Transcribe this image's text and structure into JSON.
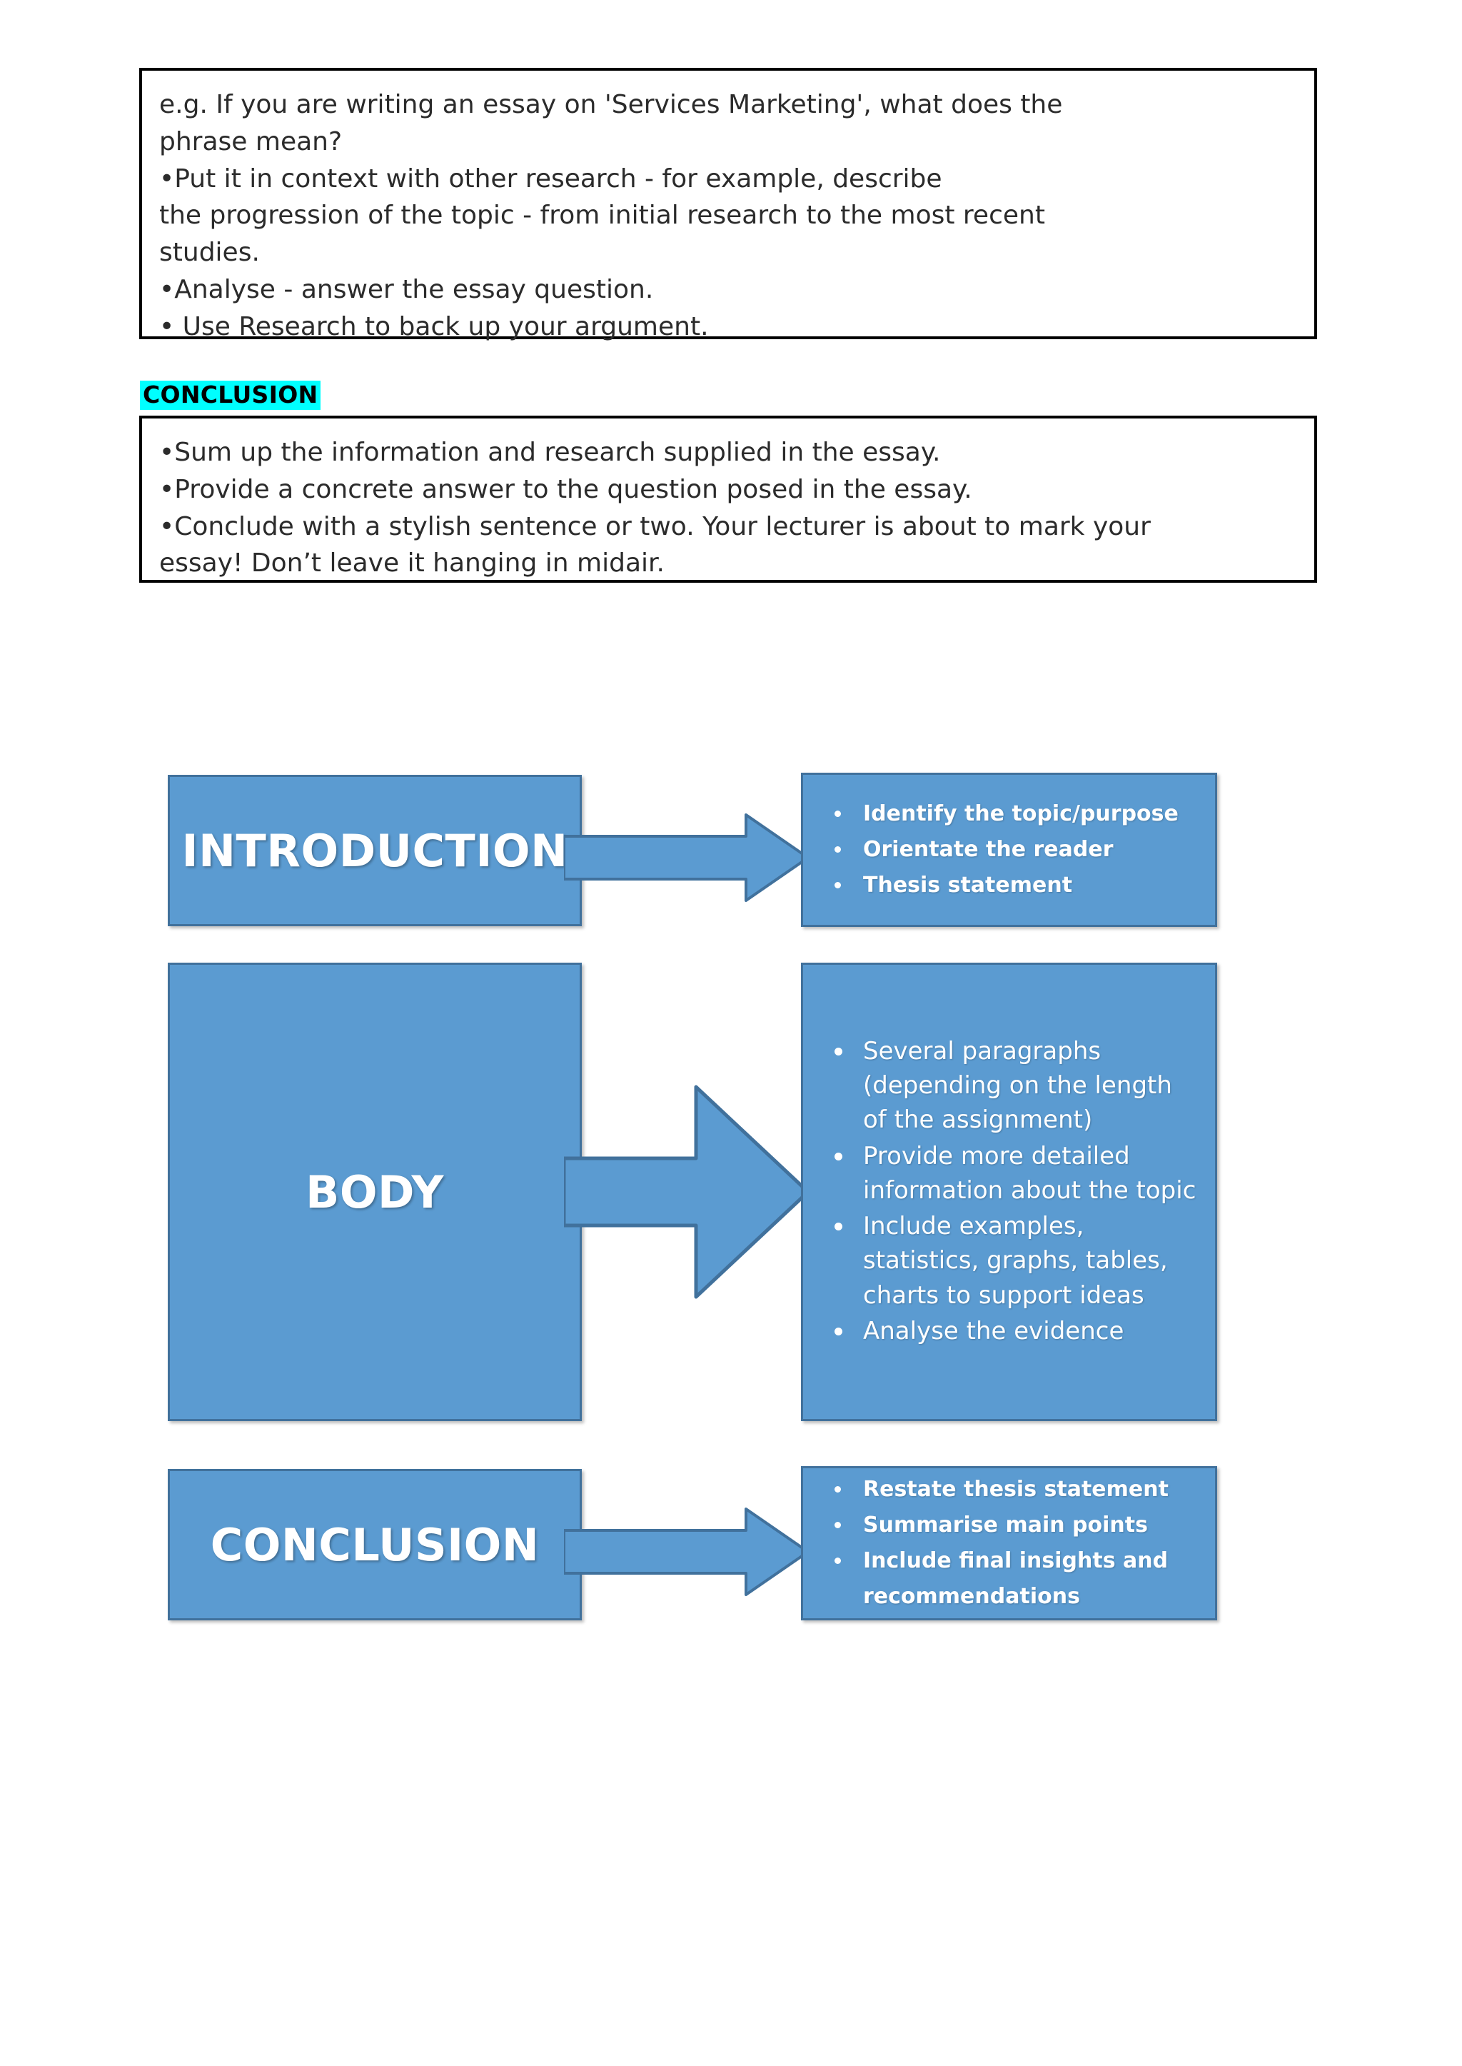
{
  "colors": {
    "box_fill": "#5B9BD1",
    "box_border": "#41719C",
    "highlight": "#00FFFF",
    "text_dark": "#2B2B2B",
    "text_light": "#FFFFFF",
    "page_background": "#FFFFFF"
  },
  "textbox_top": {
    "lines": [
      "e.g. If you are writing an essay on 'Services Marketing', what does the",
      "phrase mean?",
      "•Put it in context with other research - for example, describe",
      "the progression of the topic - from initial research to the most recent",
      "studies.",
      "•Analyse - answer the essay question.",
      "• Use Research to back up your argument."
    ]
  },
  "conclusion_heading": {
    "label": "CONCLUSION"
  },
  "textbox_conclusion": {
    "lines": [
      "•Sum up the information and research supplied in the essay.",
      "•Provide a concrete answer to the question posed in the essay.",
      "•Conclude with a stylish sentence or two. Your lecturer is about to mark your",
      "essay! Don’t leave it hanging in midair."
    ]
  },
  "diagram": {
    "rows": [
      {
        "key": "introduction",
        "label": "INTRODUCTION",
        "bullets": [
          "Identify the topic/purpose",
          "Orientate the reader",
          "Thesis statement"
        ]
      },
      {
        "key": "body",
        "label": "BODY",
        "bullets": [
          "Several paragraphs (depending on the length of the assignment)",
          "Provide more detailed information about the topic",
          "Include examples, statistics, graphs, tables, charts to support ideas",
          "Analyse the evidence"
        ]
      },
      {
        "key": "conclusion",
        "label": "CONCLUSION",
        "bullets": [
          "Restate thesis statement",
          "Summarise main points",
          "Include final insights and recommendations"
        ]
      }
    ]
  }
}
